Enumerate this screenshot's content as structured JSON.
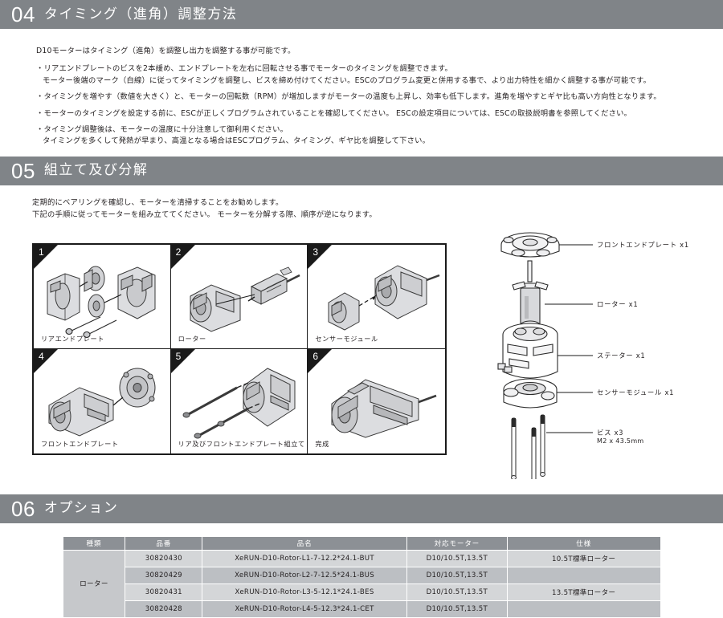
{
  "sections": {
    "s04": {
      "number": "04",
      "title": "タイミング（進角）調整方法",
      "lead": "D10モーターはタイミング（進角）を調整し出力を調整する事が可能です。",
      "bullets": [
        {
          "line1": "・リアエンドプレートのビスを2本緩め、エンドプレートを左右に回転させる事でモーターのタイミングを調整できます。",
          "line2": "モーター後端のマーク（白線）に従ってタイミングを調整し、ビスを締め付けてください。ESCのプログラム変更と併用する事で、より出力特性を細かく調整する事が可能です。"
        },
        {
          "line1": "・タイミングを増やす（数値を大きく）と、モーターの回転数（RPM）が増加しますがモーターの温度も上昇し、効率も低下します。進角を増やすとギヤ比も高い方向性となります。",
          "line2": ""
        },
        {
          "line1": "・モーターのタイミングを設定する前に、ESCが正しくプログラムされていることを確認してください。 ESCの設定項目については、ESCの取扱説明書を参照してください。",
          "line2": ""
        },
        {
          "line1": "・タイミング調整後は、モーターの温度に十分注意して御利用ください。",
          "line2": "タイミングを多くして発熱が早まり、高温となる場合はESCプログラム、タイミング、ギヤ比を調整して下さい。"
        }
      ]
    },
    "s05": {
      "number": "05",
      "title": "組立て及び分解",
      "intro1": "定期的にベアリングを確認し、モーターを清掃することをお勧めします。",
      "intro2": "下記の手順に従ってモーターを組み立ててください。 モーターを分解する際、順序が逆になります。",
      "steps": [
        {
          "num": "1",
          "caption": "リアエンドプレート"
        },
        {
          "num": "2",
          "caption": "ローター"
        },
        {
          "num": "3",
          "caption": "センサーモジュール"
        },
        {
          "num": "4",
          "caption": "フロントエンドプレート"
        },
        {
          "num": "5",
          "caption": "リア及びフロントエンドプレート組立て"
        },
        {
          "num": "6",
          "caption": "完成"
        }
      ],
      "exploded": [
        {
          "label": "フロントエンドプレート x1",
          "sub": ""
        },
        {
          "label": "ローター x1",
          "sub": ""
        },
        {
          "label": "ステーター x1",
          "sub": ""
        },
        {
          "label": "センサーモジュール x1",
          "sub": ""
        },
        {
          "label": "ビス x3",
          "sub": "M2 x 43.5mm"
        }
      ]
    },
    "s06": {
      "number": "06",
      "title": "オプション",
      "table": {
        "headers": [
          "種類",
          "品番",
          "品名",
          "対応モーター",
          "仕様"
        ],
        "kind": "ローター",
        "rows": [
          {
            "num": "30820430",
            "name": "XeRUN-D10-Rotor-L1-7-12.2*24.1-BUT",
            "motor": "D10/10.5T,13.5T",
            "spec": "10.5T標準ローター"
          },
          {
            "num": "30820429",
            "name": "XeRUN-D10-Rotor-L2-7-12.5*24.1-BUS",
            "motor": "D10/10.5T,13.5T",
            "spec": ""
          },
          {
            "num": "30820431",
            "name": "XeRUN-D10-Rotor-L3-5-12.1*24.1-BES",
            "motor": "D10/10.5T,13.5T",
            "spec": "13.5T標準ローター"
          },
          {
            "num": "30820428",
            "name": "XeRUN-D10-Rotor-L4-5-12.3*24.1-CET",
            "motor": "D10/10.5T,13.5T",
            "spec": ""
          }
        ]
      }
    }
  },
  "colors": {
    "bar": "#808488",
    "table_header": "#8c9095",
    "row_odd": "#d4d6d8",
    "row_even": "#bcbfc3"
  }
}
